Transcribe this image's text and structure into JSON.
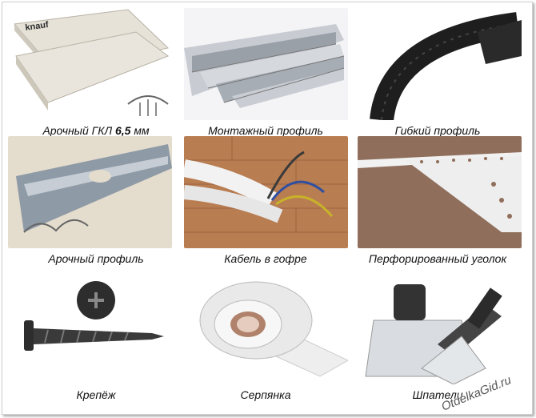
{
  "items": [
    {
      "caption_main": "Арочный ГКЛ ",
      "caption_bold": "6,5",
      "caption_tail": " мм"
    },
    {
      "caption": "Монтажный профиль"
    },
    {
      "caption": "Гибкий профиль"
    },
    {
      "caption": "Арочный профиль"
    },
    {
      "caption": "Кабель в гофре"
    },
    {
      "caption": "Перфорированный уголок"
    },
    {
      "caption": "Крепёж"
    },
    {
      "caption": "Серпянка"
    },
    {
      "caption": "Шпатели"
    }
  ],
  "watermark": "OtdelkaGid.ru",
  "brand_on_board": "knauf"
}
